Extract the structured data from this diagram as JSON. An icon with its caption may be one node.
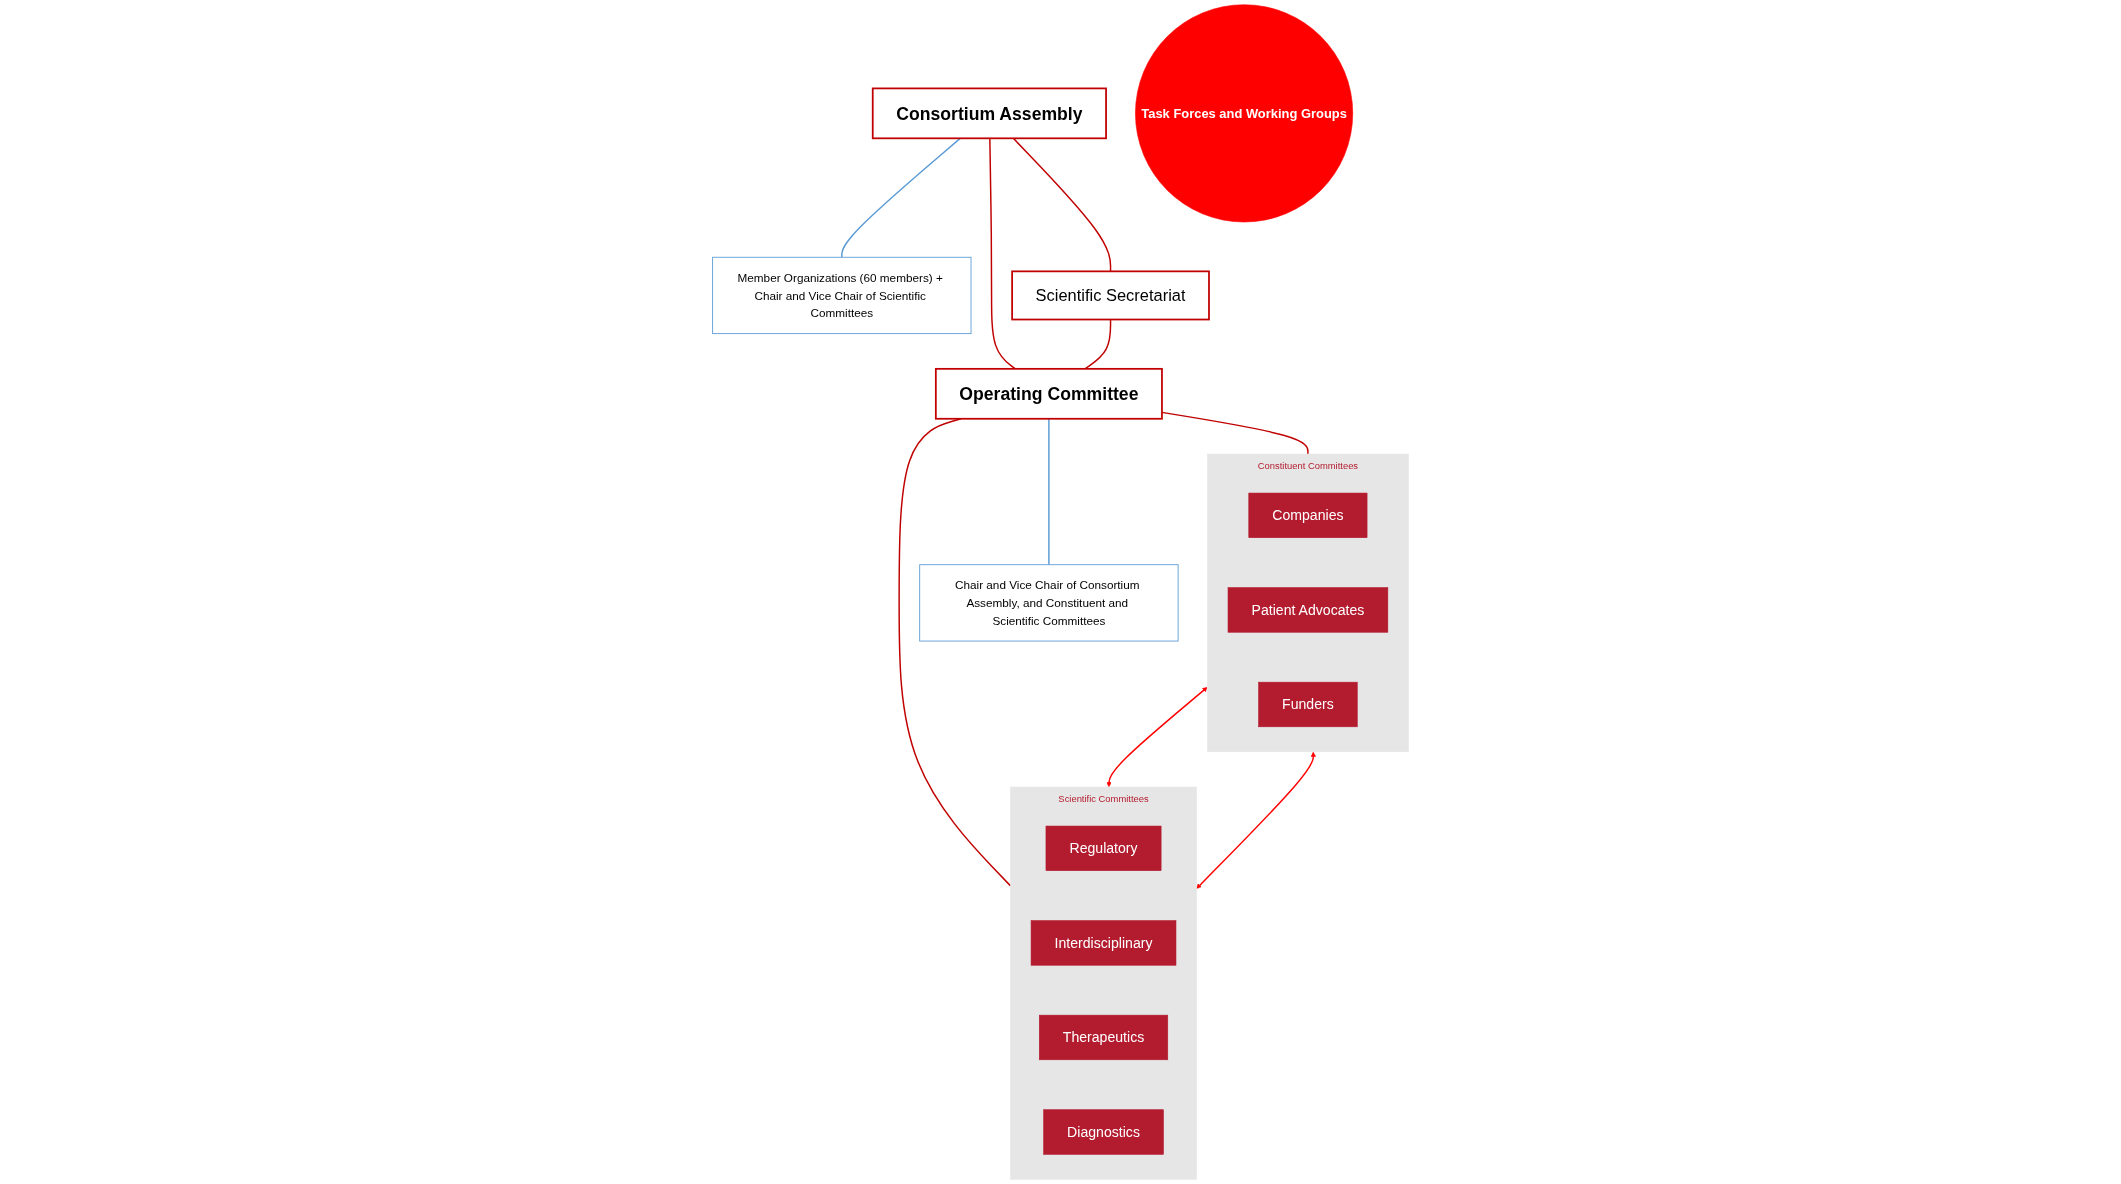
{
  "diagram": {
    "nodes": [
      {
        "text": [
          "Consortium Assembly"
        ]
      },
      {
        "text": [
          "Member Organizations (60 members) + Chair and Vice Chair of Scientific Committees"
        ]
      },
      {
        "text": [
          "Scientific Secretariat"
        ]
      },
      {
        "text": [
          "Operating Committee"
        ]
      },
      {
        "text": [
          "Chair and Vice Chair of Consortium Assembly, and Constituent and Scientific Committees"
        ]
      },
      {
        "text": [
          "Constituent Committees"
        ]
      },
      {
        "text": [
          "Companies"
        ],
        "in": 5
      },
      {
        "text": [
          "Patient Advocates"
        ],
        "in": 5
      },
      {
        "text": [
          "Funders"
        ],
        "in": 5
      },
      {
        "text": [
          "Task Forces and Working Groups"
        ]
      },
      {
        "text": [
          "Scientific Committees"
        ]
      },
      {
        "text": [
          "Regulatory"
        ],
        "in": 10
      },
      {
        "text": [
          "Interdisciplinary"
        ],
        "in": 10
      },
      {
        "text": [
          "Therapeutics"
        ],
        "in": 10
      },
      {
        "text": [
          "Diagnostics"
        ],
        "in": 10
      }
    ],
    "edges": [
      {
        "from": 0,
        "to": 1,
        "arrow": "none",
        "color": "#5b9bd5"
      },
      {
        "from": 0,
        "to": 2,
        "arrow": "none"
      },
      {
        "from": 0,
        "to": 3,
        "arrow": "none"
      },
      {
        "from": 2,
        "to": 3,
        "arrow": "none"
      },
      {
        "from": 3,
        "to": 4,
        "arrow": "none",
        "color": "#5b9bd5"
      },
      {
        "from": 3,
        "to": 5,
        "arrow": "none"
      },
      {
        "from": 3,
        "to": 10,
        "arrow": "none"
      },
      {
        "from": 5,
        "to": 10,
        "arrow": "both",
        "color": "#ff0000"
      },
      {
        "from": 5,
        "to": 10,
        "arrow": "both",
        "color": "#ff0000"
      }
    ]
  }
}
